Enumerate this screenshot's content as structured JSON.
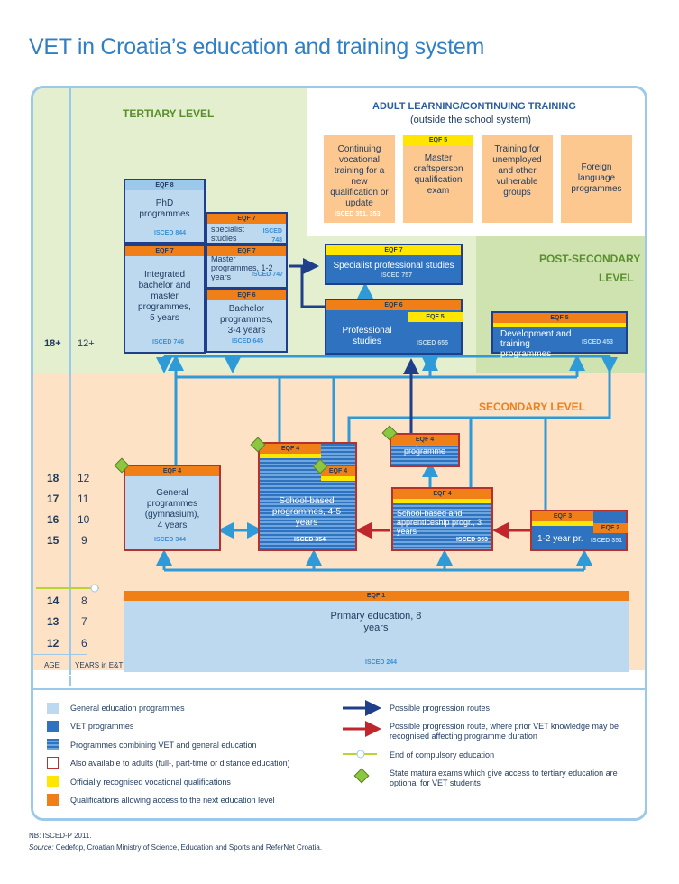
{
  "title": "VET in Croatia’s education and training system",
  "levels": {
    "tertiary": "TERTIARY LEVEL",
    "post_secondary_1": "POST-SECONDARY",
    "post_secondary_2": "LEVEL",
    "secondary": "SECONDARY LEVEL"
  },
  "adult": {
    "title": "ADULT LEARNING/CONTINUING TRAINING",
    "subtitle": "(outside the school system)",
    "boxes": [
      {
        "text": "Continuing vocational training for a new qualification or update",
        "isced": "ISCED 351, 353"
      },
      {
        "eqf": "EQF 5",
        "text": "Master craftsperson qualification exam"
      },
      {
        "text": "Training for unemployed and other vulnerable groups"
      },
      {
        "text": "Foreign language programmes"
      }
    ]
  },
  "ages": {
    "a18plus": "18+",
    "y12plus": "12+",
    "rows": [
      {
        "age": "18",
        "years": "12"
      },
      {
        "age": "17",
        "years": "11"
      },
      {
        "age": "16",
        "years": "10"
      },
      {
        "age": "15",
        "years": "9"
      },
      {
        "age": "14",
        "years": "8"
      },
      {
        "age": "13",
        "years": "7"
      },
      {
        "age": "12",
        "years": "6"
      }
    ],
    "age_label": "AGE",
    "years_label": "YEARS in E&T"
  },
  "programmes": {
    "phd": {
      "eqf": "EQF 8",
      "text": "PhD programmes",
      "isced": "ISCED 844"
    },
    "postmaster": {
      "eqf": "EQF 7",
      "text": "Post-master specialist studies",
      "isced1": "ISCED",
      "isced2": "748"
    },
    "integrated": {
      "eqf": "EQF 7",
      "text": "Integrated bachelor and master programmes, 5 years",
      "isced": "ISCED 746"
    },
    "master": {
      "eqf": "EQF 7",
      "text": "Master programmes, 1-2 years",
      "isced": "ISCED 747"
    },
    "bachelor": {
      "eqf": "EQF 6",
      "text": "Bachelor programmes, 3-4 years",
      "isced": "ISCED 645"
    },
    "specialist": {
      "eqf": "EQF 7",
      "text": "Specialist professional studies",
      "isced": "ISCED 757"
    },
    "professional": {
      "eqf": "EQF 6",
      "eqf2": "EQF 5",
      "text": "Professional studies",
      "isced": "ISCED 655"
    },
    "development": {
      "eqf": "EQF 5",
      "text": "Development and training programmes",
      "isced": "ISCED 453"
    },
    "general": {
      "eqf": "EQF 4",
      "text": "General programmes (gymnasium), 4 years",
      "isced": "ISCED 344"
    },
    "school_based": {
      "eqf": "EQF 4",
      "eqf2": "EQF 4",
      "text": "School-based programmes, 4-5 years",
      "isced": "ISCED 354"
    },
    "optional": {
      "eqf": "EQF 4",
      "text": "Optional programme"
    },
    "apprentice": {
      "eqf": "EQF 4",
      "text": "School-based and apprenticeship progr., 3 years",
      "isced": "ISCED 353"
    },
    "one_two": {
      "eqf": "EQF 3",
      "eqf2": "EQF 2",
      "text": "1-2 year pr.",
      "isced": "ISCED 351"
    },
    "primary": {
      "eqf": "EQF 1",
      "text": "Primary education, 8 years",
      "isced": "ISCED 244"
    }
  },
  "legend": {
    "left": [
      "General education programmes",
      "VET programmes",
      "Programmes combining VET and general education",
      "Also available to adults (full-, part-time or distance education)",
      "Officially recognised vocational qualifications",
      "Qualifications allowing access to the next education level"
    ],
    "right": [
      "Possible progression routes",
      "Possible progression route, where prior VET knowledge may be recognised affecting programme duration",
      "End of compulsory education",
      "State matura exams which give access to tertiary education are optional for VET students"
    ]
  },
  "footnote": "NB: ISCED-P 2011.",
  "source_label": "Source:",
  "source_text": " Cedefop, Croatian Ministry of Science, Education and Sports and ReferNet Croatia.",
  "colors": {
    "general": "#bcd9ef",
    "vet": "#2f72c0",
    "eqf": "#f07f18",
    "vq": "#ffe600",
    "adult_border": "#b5312c",
    "arrow_blue": "#2f9ad8",
    "arrow_dark": "#1f3f8a",
    "arrow_red": "#c0272d",
    "diamond": "#8dc63f"
  }
}
